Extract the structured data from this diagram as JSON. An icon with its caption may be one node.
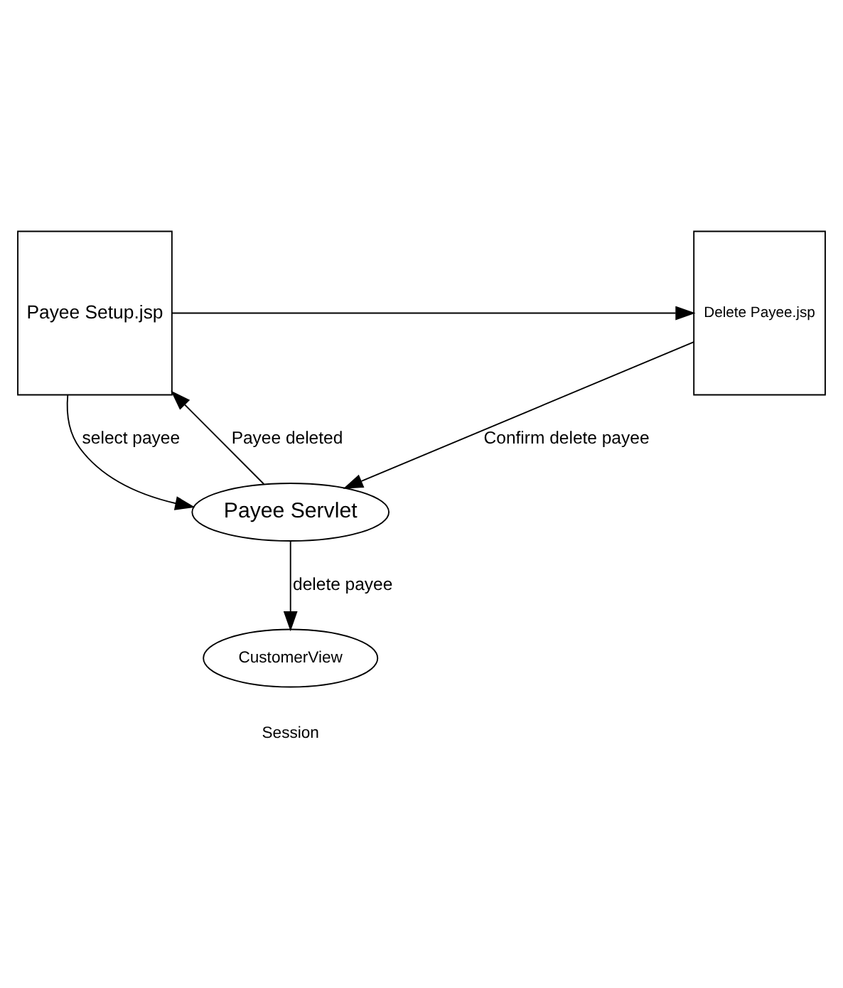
{
  "diagram": {
    "nodes": [
      {
        "text": [
          "Payee Setup.jsp"
        ]
      },
      {
        "text": [
          "Delete Payee.jsp"
        ]
      },
      {
        "text": [
          "Payee Servlet"
        ]
      },
      {
        "text": [
          "CustomerView"
        ],
        "beside": [
          "Session"
        ]
      }
    ],
    "edges": [
      {
        "from": 0,
        "to": 1,
        "arrow": "to"
      },
      {
        "from": 0,
        "to": 2,
        "arrow": "to",
        "label": "select payee"
      },
      {
        "from": 2,
        "to": 0,
        "arrow": "to",
        "label": "Payee deleted"
      },
      {
        "from": 1,
        "to": 2,
        "arrow": "to",
        "label": "Confirm delete payee"
      },
      {
        "from": 2,
        "to": 3,
        "arrow": "to",
        "label": "delete payee"
      }
    ]
  }
}
